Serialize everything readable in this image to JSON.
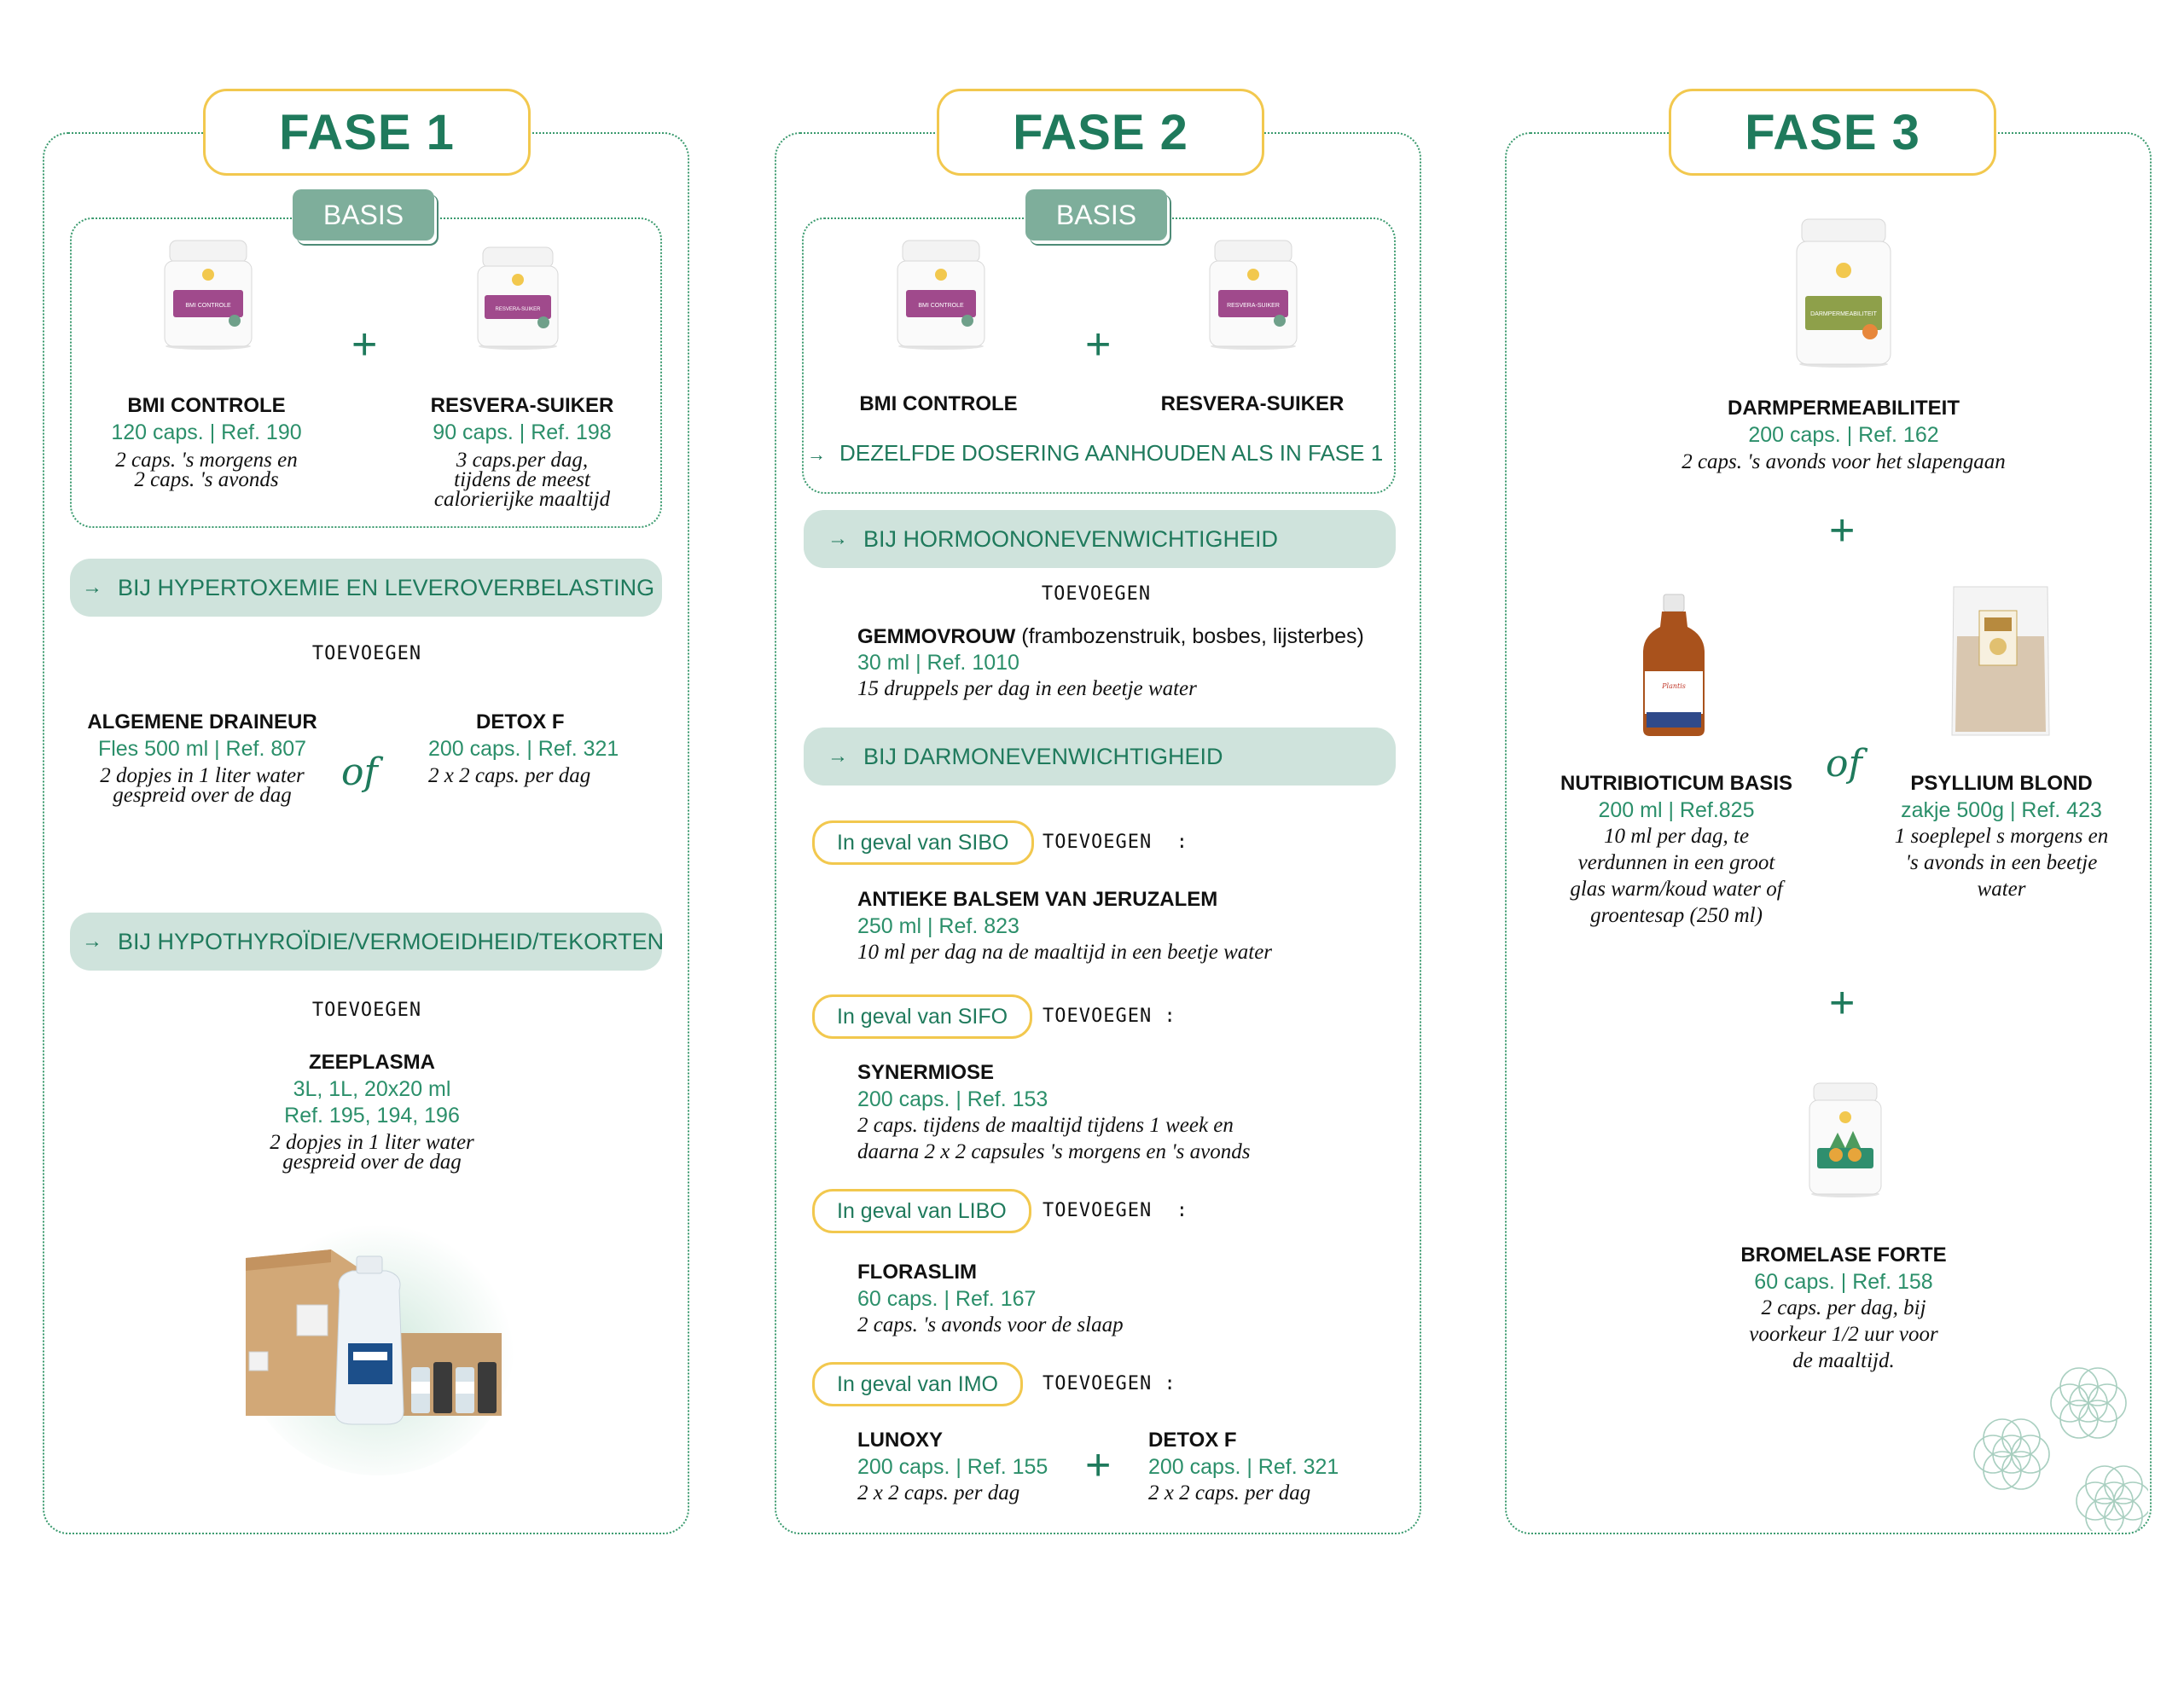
{
  "fase1": {
    "title": "FASE 1",
    "basis_label": "BASIS",
    "plus": "+",
    "prod1": {
      "name": "BMI CONTROLE",
      "ref": "120 caps. | Ref. 190",
      "dose1": "2 caps. 's morgens en",
      "dose2": "2 caps. 's avonds",
      "label": "BMI CONTROLE"
    },
    "prod2": {
      "name": "RESVERA-SUIKER",
      "ref": "90 caps. | Ref. 198",
      "dose1": "3 caps.per dag,",
      "dose2": "tijdens de meest",
      "dose3": "calorierijke maaltijd",
      "label": "RESVERA-SUIKER"
    },
    "section1": {
      "arrow": "→",
      "label": "BIJ HYPERTOXEMIE EN LEVEROVERBELASTING",
      "toevoegen": "TOEVOEGEN",
      "prodA": {
        "name": "ALGEMENE DRAINEUR",
        "ref": "Fles 500 ml | Ref. 807",
        "dose1": "2 dopjes in 1 liter water",
        "dose2": "gespreid over de dag"
      },
      "of": "of",
      "prodB": {
        "name": "DETOX F",
        "ref": "200 caps. | Ref. 321",
        "dose1": "2 x 2 caps. per dag"
      }
    },
    "section2": {
      "arrow": "→",
      "label": "BIJ HYPOTHYROÏDIE/VERMOEIDHEID/TEKORTEN",
      "toevoegen": "TOEVOEGEN",
      "prod": {
        "name": "ZEEPLASMA",
        "ref1": "3L, 1L, 20x20 ml",
        "ref2": "Ref. 195, 194, 196",
        "dose1": "2 dopjes in 1 liter water",
        "dose2": "gespreid over de dag"
      }
    }
  },
  "fase2": {
    "title": "FASE 2",
    "basis_label": "BASIS",
    "plus": "+",
    "prod1": {
      "name": "BMI CONTROLE",
      "label": "BMI CONTROLE"
    },
    "prod2": {
      "name": "RESVERA-SUIKER",
      "label": "RESVERA-SUIKER"
    },
    "same_dose": {
      "arrow": "→",
      "text": "DEZELFDE DOSERING AANHOUDEN ALS IN FASE 1"
    },
    "hormoon": {
      "arrow": "→",
      "label": "BIJ HORMOONONEVENWICHTIGHEID",
      "toevoegen": "TOEVOEGEN",
      "prod": {
        "name": "GEMMOVROUW",
        "extra": " (frambozenstruik, bosbes, lijsterbes)",
        "ref": "30 ml | Ref. 1010",
        "dose1": "15 druppels per dag in een beetje water"
      }
    },
    "darm": {
      "arrow": "→",
      "label": "BIJ DARMONEVENWICHTIGHEID",
      "sibo": {
        "pill": "In geval van SIBO",
        "toevoegen": "TOEVOEGEN",
        "colon": ":",
        "name": "ANTIEKE BALSEM VAN JERUZALEM",
        "ref": "250 ml | Ref. 823",
        "dose1": "10 ml per dag na de maaltijd in een beetje water"
      },
      "sifo": {
        "pill": "In geval van SIFO",
        "toevoegen": "TOEVOEGEN",
        "colon": ":",
        "name": "SYNERMIOSE",
        "ref": "200 caps. | Ref. 153",
        "dose1": "2 caps. tijdens de maaltijd tijdens 1 week en",
        "dose2": "daarna 2 x 2 capsules 's morgens en 's avonds"
      },
      "libo": {
        "pill": "In geval van LIBO",
        "toevoegen": "TOEVOEGEN",
        "colon": ":",
        "name": "FLORASLIM",
        "ref": "60 caps. | Ref. 167",
        "dose1": "2 caps. 's avonds voor de slaap"
      },
      "imo": {
        "pill": "In geval van IMO",
        "toevoegen": "TOEVOEGEN",
        "colon": ":",
        "prodA": {
          "name": "LUNOXY",
          "ref": "200 caps. | Ref. 155",
          "dose1": "2 x 2 caps. per dag"
        },
        "plus": "+",
        "prodB": {
          "name": "DETOX F",
          "ref": "200 caps. | Ref. 321",
          "dose1": "2 x 2 caps. per dag"
        }
      }
    }
  },
  "fase3": {
    "title": "FASE 3",
    "prod1": {
      "name": "DARMPERMEABILITEIT",
      "ref": "200 caps. | Ref. 162",
      "dose1": "2 caps. 's avonds voor het slapengaan",
      "label": "DARMPERMEABILITEIT"
    },
    "plus1": "+",
    "prodA": {
      "name": "NUTRIBIOTICUM BASIS",
      "ref": "200 ml | Ref.825",
      "dose1": "10 ml per dag, te",
      "dose2": "verdunnen in een groot",
      "dose3": "glas warm/koud water of",
      "dose4": "groentesap (250 ml)"
    },
    "of": "of",
    "prodB": {
      "name": "PSYLLIUM BLOND",
      "ref": "zakje 500g | Ref. 423",
      "dose1": "1 soeplepel s morgens en",
      "dose2": "'s avonds in een beetje",
      "dose3": "water"
    },
    "plus2": "+",
    "prod3": {
      "name": "BROMELASE FORTE",
      "ref": "60 caps. | Ref. 158",
      "dose1": "2 caps. per dag, bij",
      "dose2": "voorkeur 1/2 uur voor",
      "dose3": "de maaltijd."
    }
  },
  "colors": {
    "green": "#1f7a5c",
    "light_green": "#cfe3dc",
    "yellow": "#f2c84e",
    "basis": "#7eae9b",
    "purple": "#a04a8c",
    "olive": "#8ea04a"
  }
}
